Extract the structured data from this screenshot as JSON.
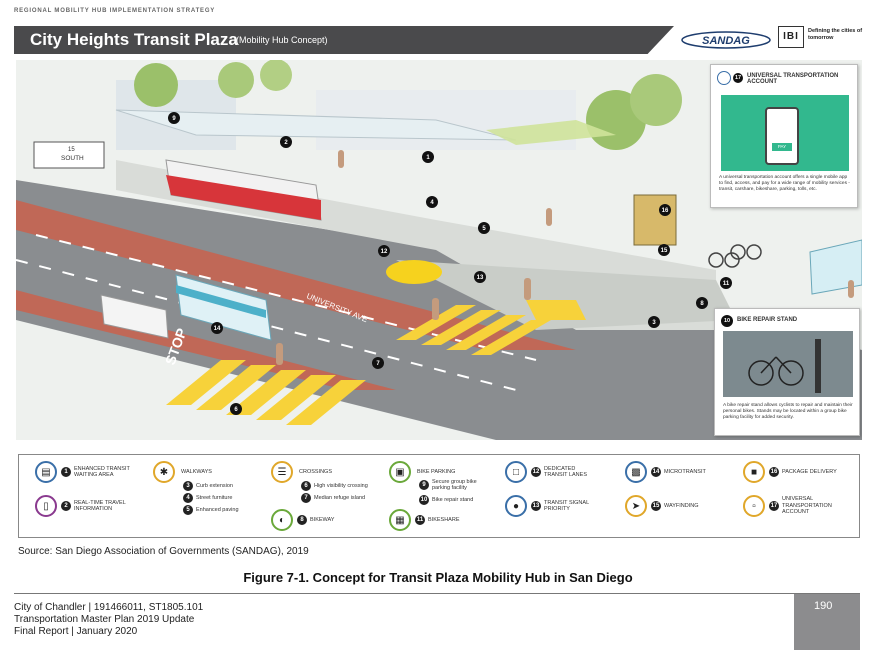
{
  "top_label": "REGIONAL MOBILITY HUB IMPLEMENTATION STRATEGY",
  "header": {
    "title": "City Heights Transit Plaza",
    "subtitle": "(Mobility Hub Concept)",
    "logo_sandag": "SANDAG",
    "logo_ibi": "IBI",
    "ibi_tagline": "Defining the cities of tomorrow"
  },
  "illustration": {
    "road_label": "UNIVERSITY AVE",
    "stop_label": "STOP",
    "south_sign": "SOUTH",
    "route_shield": "15",
    "callout_uta": {
      "number": "17",
      "title": "UNIVERSAL TRANSPORTATION ACCOUNT",
      "button": "PAY",
      "description": "A universal transportation account offers a single mobile app to find, access, and pay for a wide range of mobility services - transit, carshare, bikeshare, parking, tolls, etc."
    },
    "callout_bike": {
      "number": "10",
      "title": "BIKE REPAIR STAND",
      "description": "A bike repair stand allows cyclists to repair and maintain their personal bikes. Stands may be located within a group bike parking facility for added security."
    },
    "markers": [
      "1",
      "2",
      "3",
      "4",
      "5",
      "6",
      "7",
      "8",
      "9",
      "11",
      "12",
      "13",
      "14",
      "15",
      "16",
      "17"
    ]
  },
  "legend": {
    "items": [
      {
        "num": "1",
        "label": "ENHANCED TRANSIT WAITING AREA",
        "icon": "bus-shelter-icon"
      },
      {
        "num": "2",
        "label": "REAL-TIME TRAVEL INFORMATION",
        "icon": "phone-info-icon"
      },
      {
        "num": "",
        "label": "WALKWAYS",
        "icon": "pedestrian-icon"
      },
      {
        "num": "",
        "label": "CROSSINGS",
        "icon": "crosswalk-icon"
      },
      {
        "num": "8",
        "label": "BIKEWAY",
        "icon": "bikeway-icon"
      },
      {
        "num": "",
        "label": "BIKE PARKING",
        "icon": "lock-icon"
      },
      {
        "num": "11",
        "label": "BIKESHARE",
        "icon": "bikeshare-icon"
      },
      {
        "num": "12",
        "label": "DEDICATED TRANSIT LANES",
        "icon": "transit-lane-icon"
      },
      {
        "num": "13",
        "label": "TRANSIT SIGNAL PRIORITY",
        "icon": "signal-icon"
      },
      {
        "num": "14",
        "label": "MICROTRANSIT",
        "icon": "van-icon"
      },
      {
        "num": "15",
        "label": "WAYFINDING",
        "icon": "wayfinding-icon"
      },
      {
        "num": "16",
        "label": "PACKAGE DELIVERY",
        "icon": "package-icon"
      },
      {
        "num": "17",
        "label": "UNIVERSAL TRANSPORTATION ACCOUNT",
        "icon": "account-icon"
      }
    ],
    "walkways_sub": [
      {
        "num": "3",
        "label": "Curb extension"
      },
      {
        "num": "4",
        "label": "Street furniture"
      },
      {
        "num": "5",
        "label": "Enhanced paving"
      }
    ],
    "crossings_sub": [
      {
        "num": "6",
        "label": "High visibility crossing"
      },
      {
        "num": "7",
        "label": "Median refuge island"
      }
    ],
    "bike_parking_sub": [
      {
        "num": "9",
        "label": "Secure group bike parking facility"
      },
      {
        "num": "10",
        "label": "Bike repair stand"
      }
    ]
  },
  "source": "Source: San Diego Association of Governments (SANDAG), 2019",
  "caption": "Figure 7-1. Concept for Transit Plaza Mobility Hub in San Diego",
  "footer": {
    "line1": "City of Chandler | 191466011, ST1805.101",
    "line2": "Transportation Master Plan 2019 Update",
    "line3": "Final Report | January 2020",
    "page": "190"
  }
}
